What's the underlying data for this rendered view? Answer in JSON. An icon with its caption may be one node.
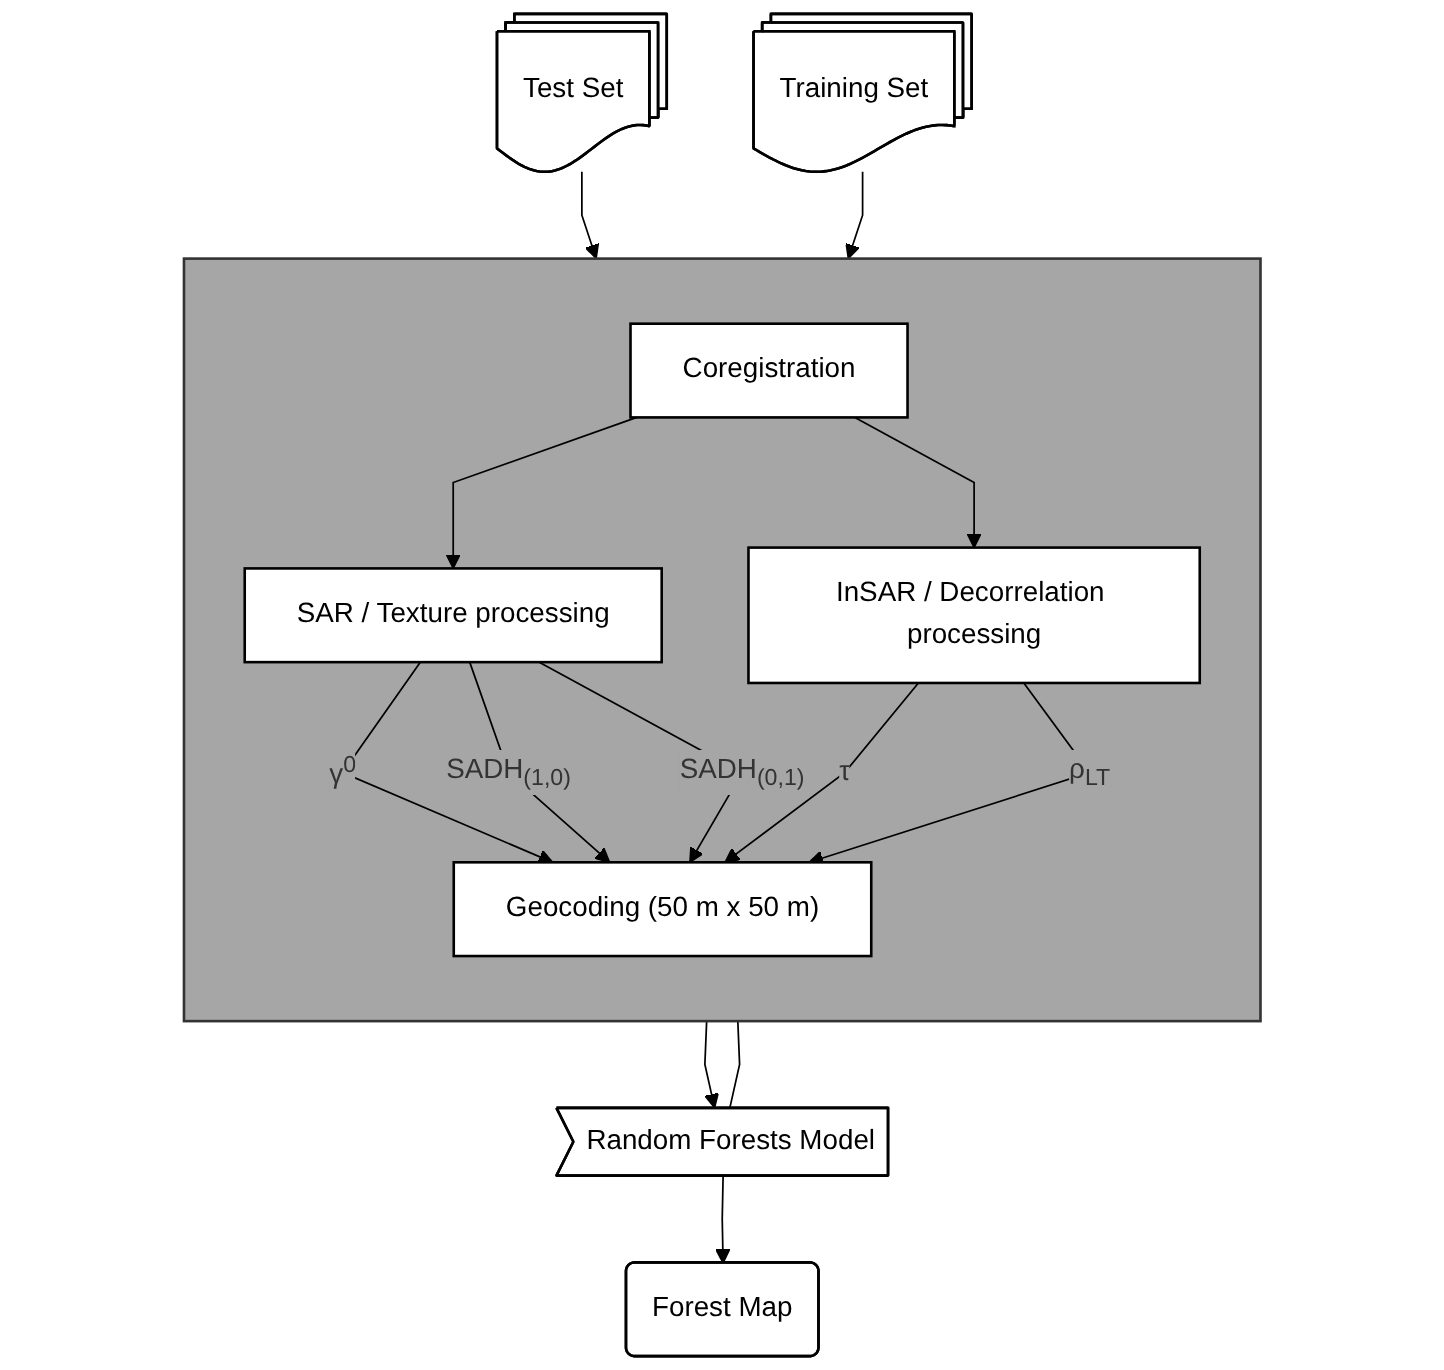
{
  "diagram": {
    "nodes": [
      {
        "text": [
          "Test Set"
        ]
      },
      {
        "text": [
          "Training Set"
        ]
      },
      {
        "text": [],
        "shape": "box"
      },
      {
        "text": [
          "Coregistration"
        ],
        "in": 2
      },
      {
        "text": [
          "SAR / Texture processing"
        ],
        "in": 2
      },
      {
        "text": [
          "InSAR / Decorrelation processing"
        ],
        "in": 2
      },
      {
        "text": [
          "Geocoding (50 m x 50 m)"
        ],
        "in": 2
      },
      {
        "text": [
          "Random Forests Model"
        ]
      },
      {
        "text": [
          "Forest Map"
        ]
      }
    ],
    "edges": [
      {
        "from": 0,
        "to": 2,
        "arrow": "to"
      },
      {
        "from": 1,
        "to": 2,
        "arrow": "to"
      },
      {
        "from": 3,
        "to": 4,
        "arrow": "to"
      },
      {
        "from": 3,
        "to": 5,
        "arrow": "to"
      },
      {
        "from": 4,
        "to": 6,
        "arrow": "to",
        "label": "γ$^{0}$"
      },
      {
        "from": 4,
        "to": 6,
        "arrow": "to",
        "label": "SADH$_{(1,0)}$"
      },
      {
        "from": 4,
        "to": 6,
        "arrow": "to",
        "label": "SADH$_{(0,1)}$"
      },
      {
        "from": 5,
        "to": 6,
        "arrow": "to",
        "label": "τ"
      },
      {
        "from": 5,
        "to": 6,
        "arrow": "to",
        "label": "ρ$_{LT}$"
      },
      {
        "from": 2,
        "to": 7,
        "arrow": "to"
      },
      {
        "from": 2,
        "to": 7,
        "arrow": "none"
      },
      {
        "from": 7,
        "to": 8,
        "arrow": "to"
      }
    ]
  }
}
